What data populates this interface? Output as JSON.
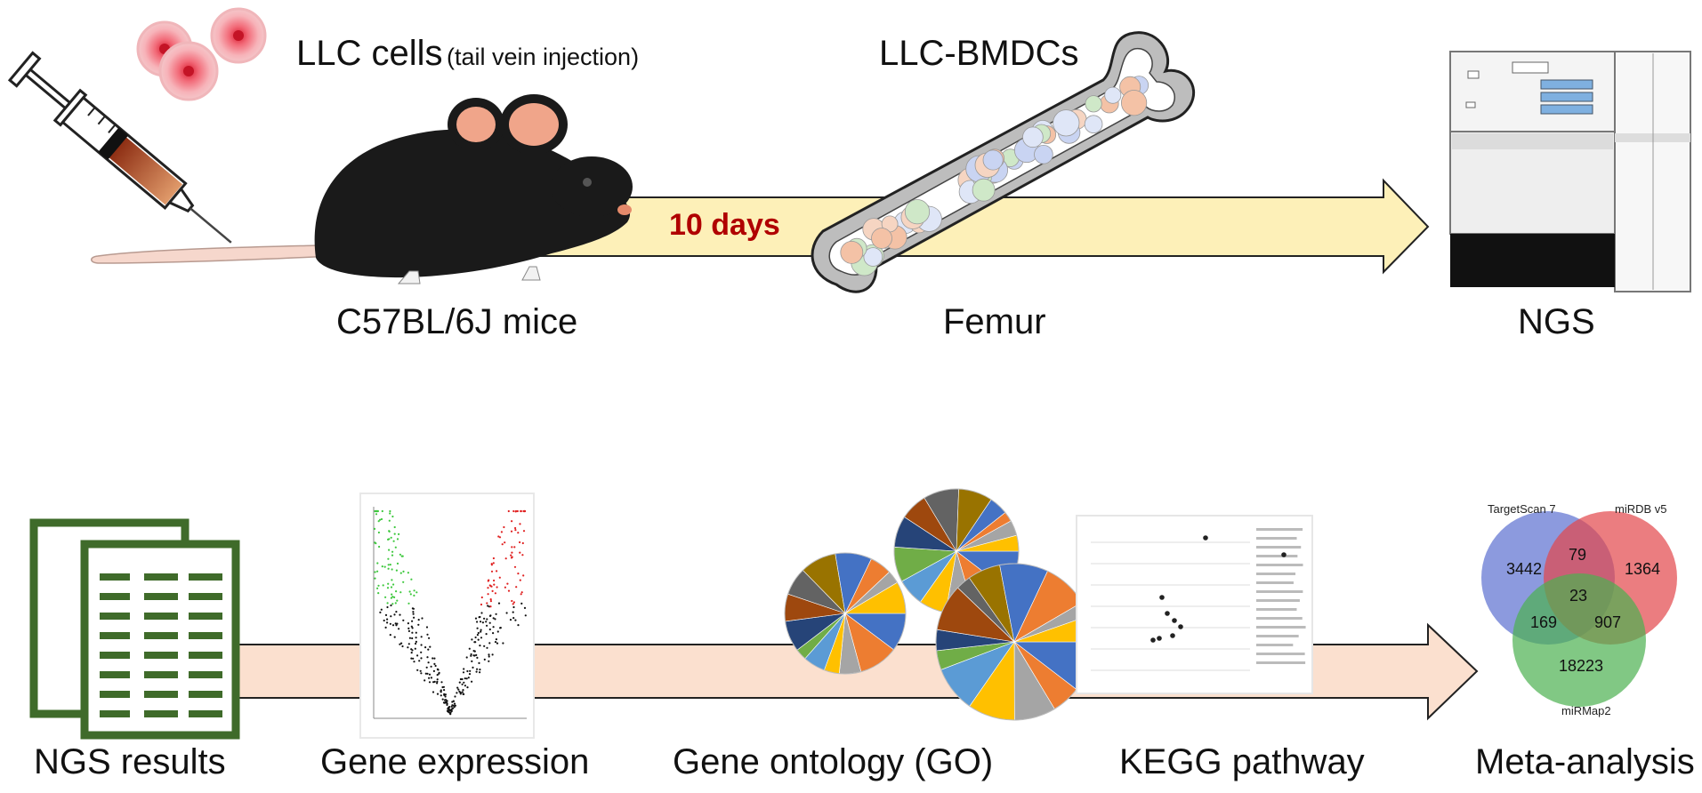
{
  "top": {
    "injection_label": "LLC cells",
    "injection_note": "(tail vein injection)",
    "duration": "10 days",
    "cells_label": "LLC-BMDCs",
    "mice_label": "C57BL/6J mice",
    "femur_label": "Femur",
    "ngs_label": "NGS"
  },
  "bottom": {
    "steps": [
      "NGS results",
      "Gene expression",
      "Gene ontology (GO)",
      "KEGG pathway",
      "Meta-analysis"
    ]
  },
  "venn": {
    "sets": [
      "TargetScan 7",
      "miRDB v5",
      "miRMap2"
    ],
    "regions": {
      "a_only": "3442",
      "b_only": "1364",
      "c_only": "18223",
      "ab": "79",
      "ac": "169",
      "bc": "907",
      "abc": "23"
    },
    "colors": {
      "a": "#5b6fd0",
      "b": "#e2464a",
      "c": "#4cb050"
    }
  },
  "colors": {
    "duration_text": "#b00000",
    "top_arrow": "#fdf0b8",
    "bottom_arrow": "#fbe0cf",
    "document_green": "#3f6b2a"
  }
}
